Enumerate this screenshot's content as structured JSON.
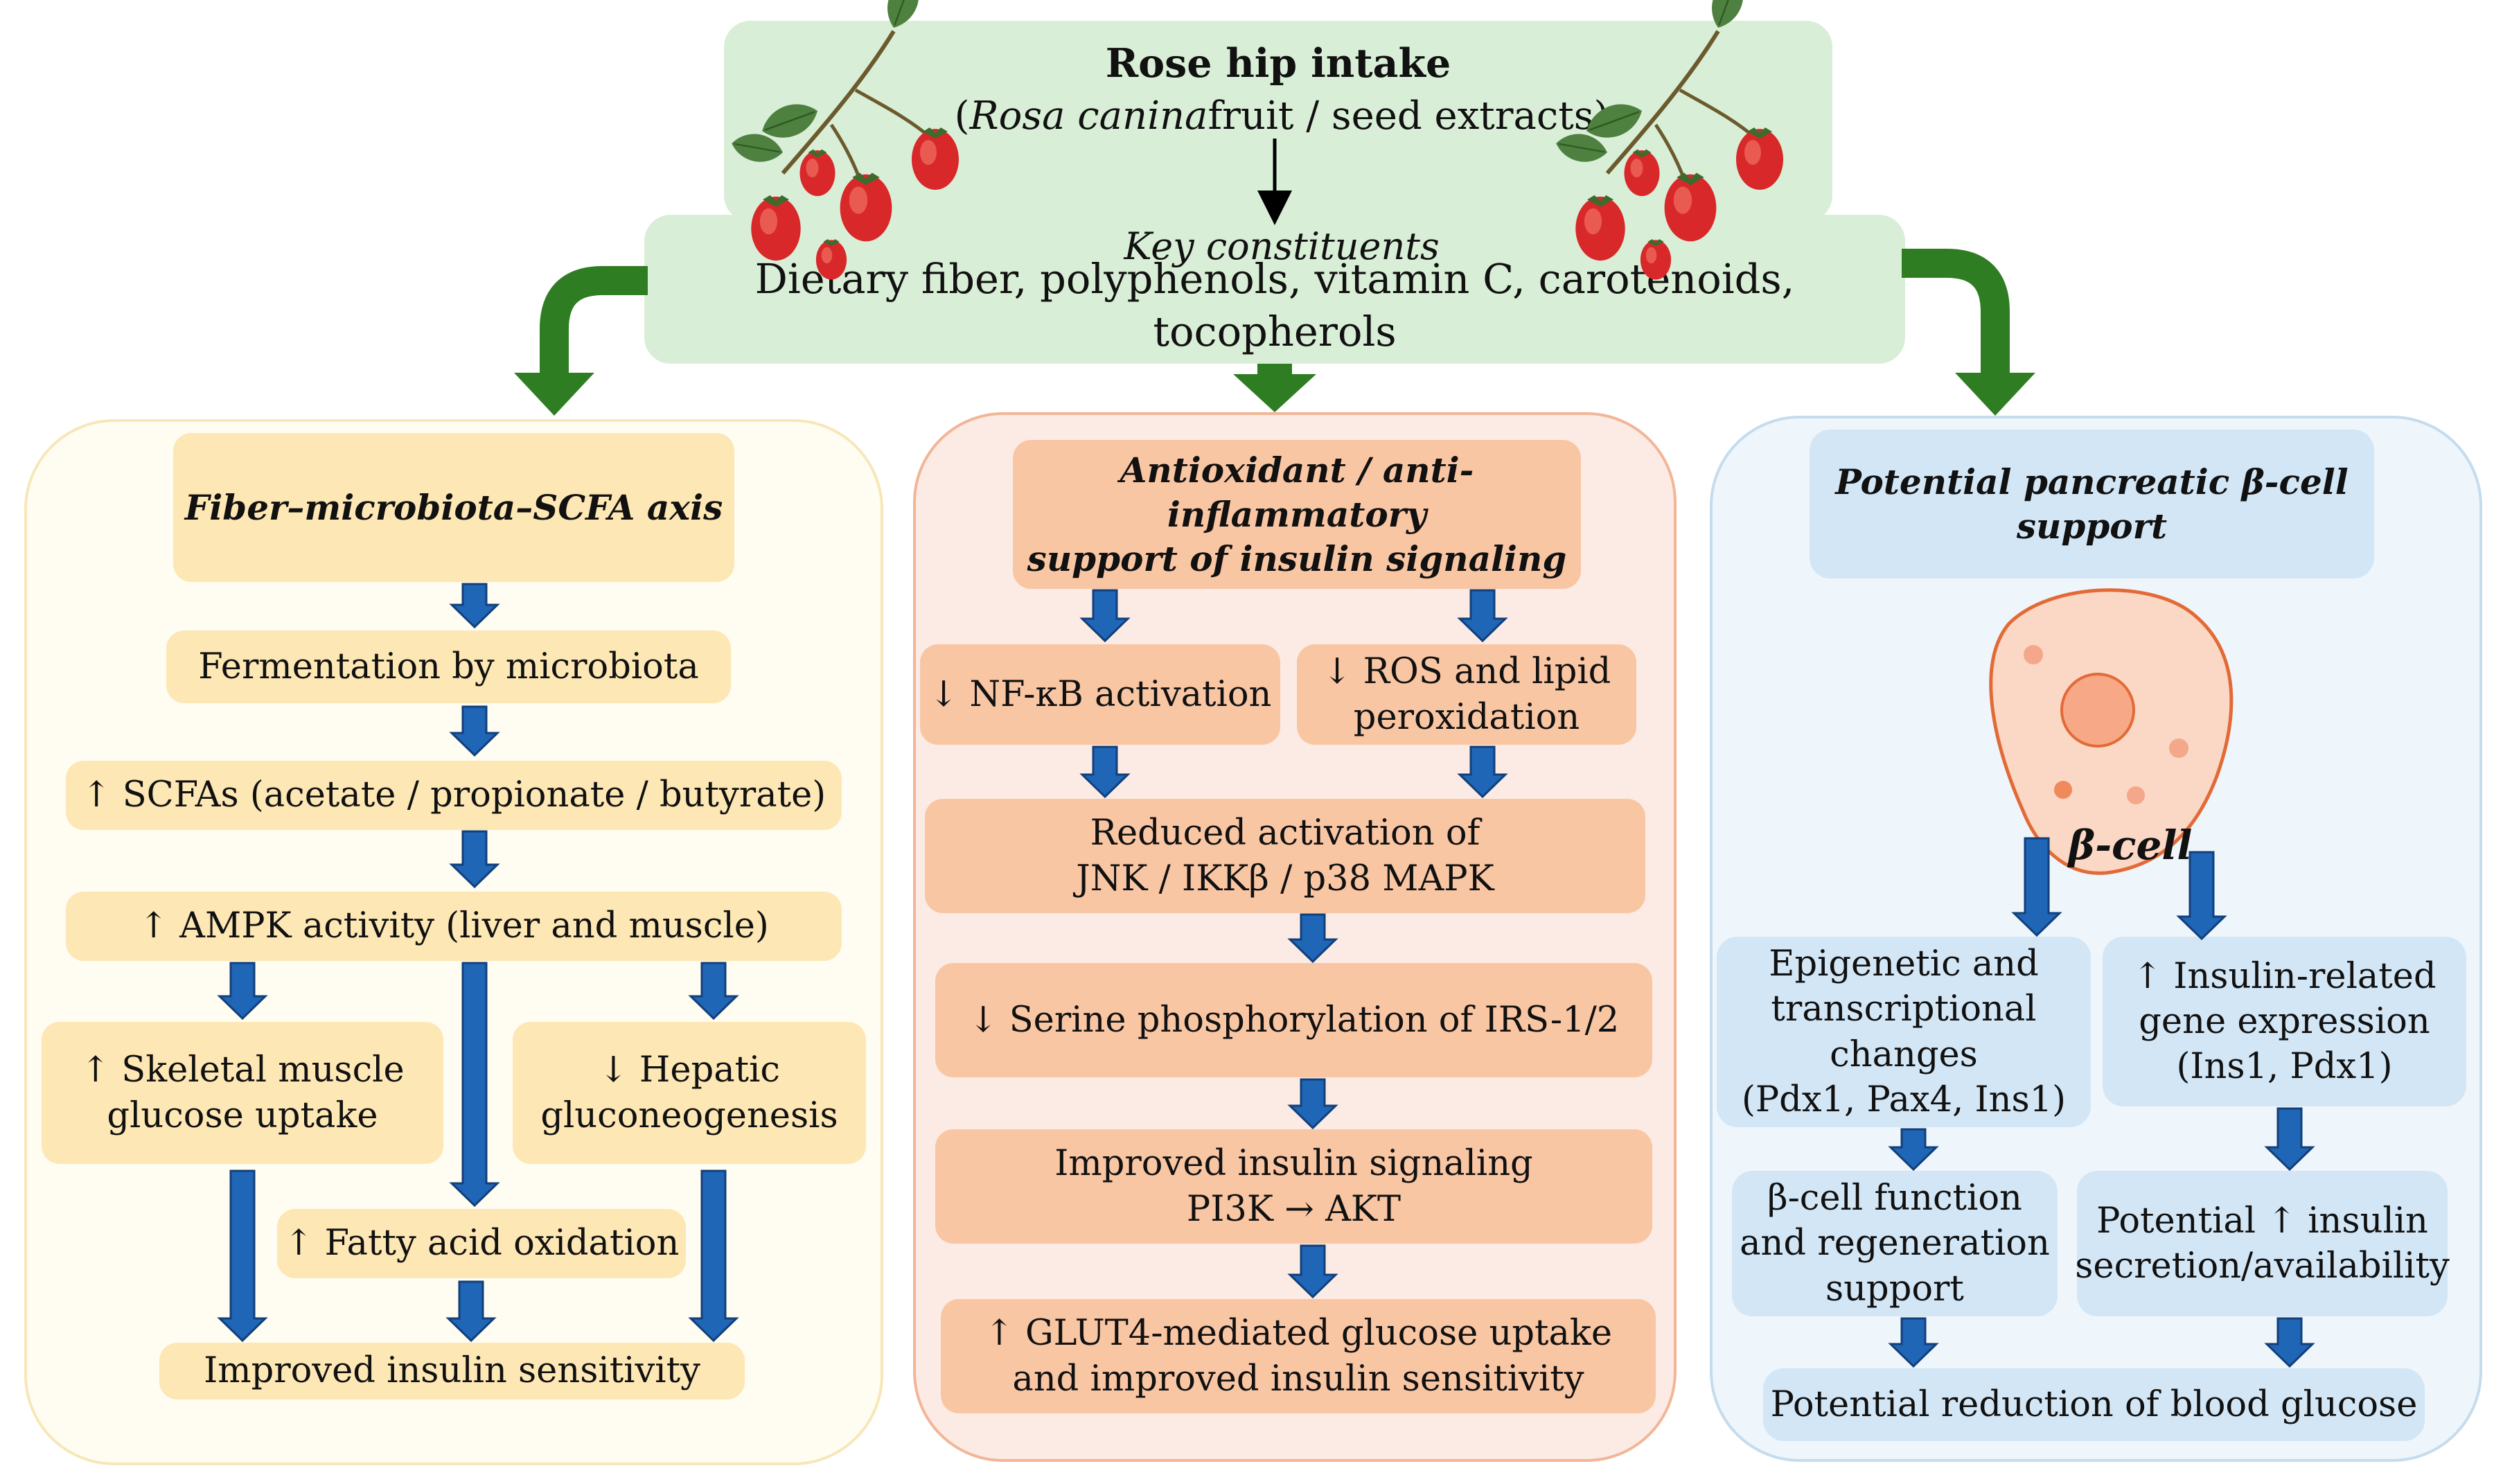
{
  "top": {
    "title": "Rose hip intake",
    "subtitle_open": "(",
    "subtitle_species": "Rosa canina",
    "subtitle_rest": " fruit / seed extracts)",
    "constituents_label": "Key constituents",
    "constituents_list": "Dietary fiber, polyphenols, vitamin C, carotenoids, tocopherols"
  },
  "left": {
    "header": "Fiber–microbiota–SCFA axis",
    "fermentation": "Fermentation by microbiota",
    "scfa": "↑ SCFAs (acetate / propionate / butyrate)",
    "ampk": "↑ AMPK activity (liver and muscle)",
    "muscle": "↑ Skeletal muscle\nglucose uptake",
    "hepatic": "↓ Hepatic\ngluconeogenesis",
    "fatty": "↑ Fatty acid oxidation",
    "outcome": "Improved insulin sensitivity"
  },
  "middle": {
    "header": "Antioxidant / anti-inflammatory\nsupport of insulin signaling",
    "nfkb": "↓ NF-κB activation",
    "ros": "↓ ROS and lipid\nperoxidation",
    "jnk": "Reduced activation of\nJNK / IKKβ / p38 MAPK",
    "serine": "↓ Serine phosphorylation of IRS-1/2",
    "signaling": "Improved insulin signaling\nPI3K → AKT",
    "glut4": "↑ GLUT4-mediated glucose uptake\nand improved insulin sensitivity"
  },
  "right": {
    "header": "Potential pancreatic β-cell\nsupport",
    "cell_label": "β-cell",
    "epigenetic": "Epigenetic and\ntranscriptional\nchanges\n(Pdx1, Pax4, Ins1)",
    "insulin_gene": "↑ Insulin-related\ngene expression\n(Ins1, Pdx1)",
    "function": "β-cell function\nand regeneration\nsupport",
    "secretion": "Potential ↑ insulin\nsecretion/availability",
    "outcome": "Potential reduction of blood glucose"
  },
  "colors": {
    "green_arrow": "#2f7d22",
    "blue_arrow": "#1f66b7",
    "top_box": "#d9eed6",
    "left_box": "#fde7b4",
    "middle_box": "#f9c6a4",
    "right_box": "#d3e6f5",
    "rose_hip": "#d8282a",
    "leaf": "#4e8040"
  }
}
